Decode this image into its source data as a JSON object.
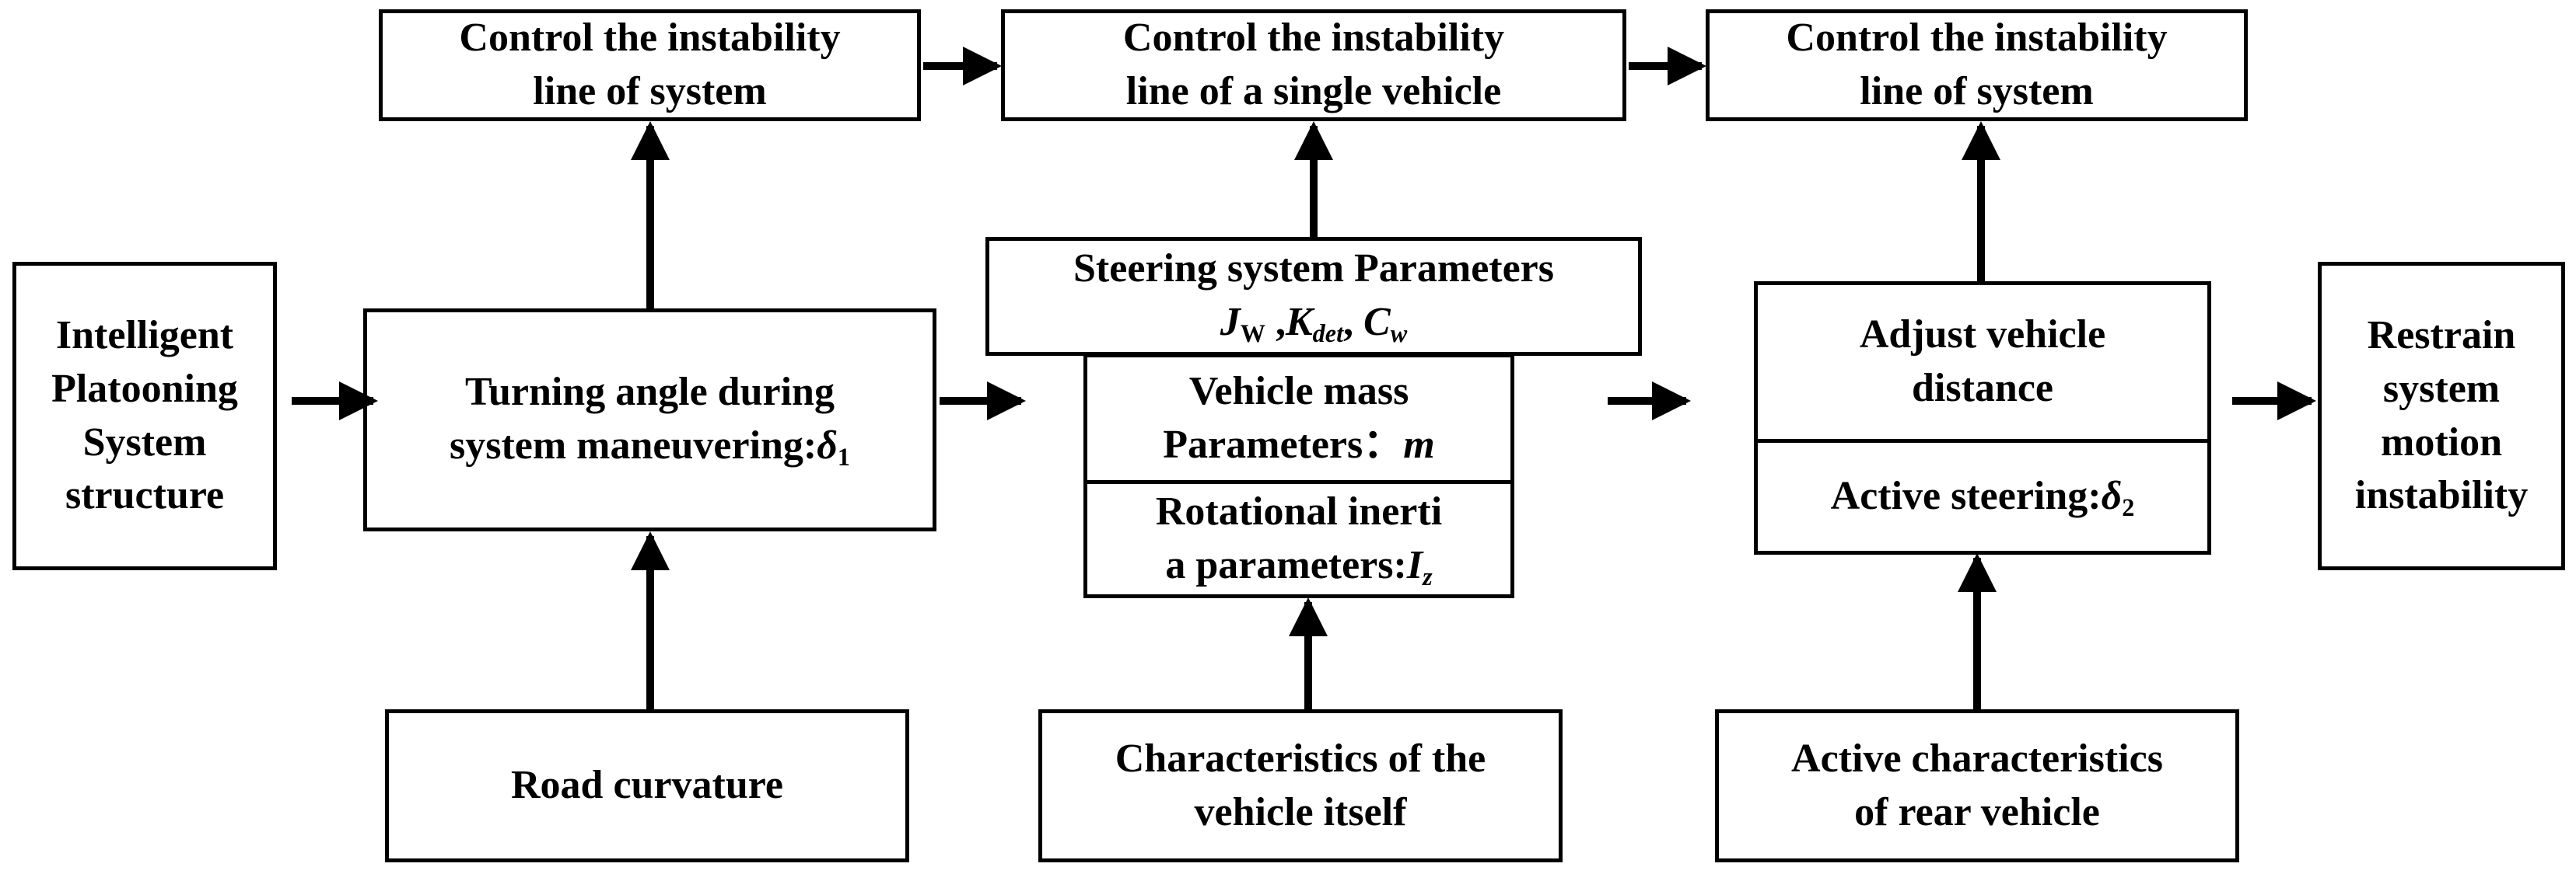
{
  "boxes": {
    "intelligent_platooning": [
      "Intelligent",
      "Platooning",
      "System",
      "structure"
    ],
    "turning_angle": {
      "line1": "Turning angle during",
      "line2_text": "system maneuvering:",
      "symbol": "δ",
      "sub": "1"
    },
    "road_curvature": [
      "Road curvature"
    ],
    "control_system_left": [
      "Control the instability",
      "line of system"
    ],
    "control_single_vehicle": [
      "Control the instability",
      "line of a single vehicle"
    ],
    "control_system_right": [
      "Control the instability",
      "line of system"
    ],
    "steering_params": {
      "line1": "Steering system Parameters",
      "J": "J",
      "J_sub": "W",
      "K": "K",
      "K_sub": "det",
      "C": "C",
      "C_sub": "w",
      "sep1": " ,",
      "sep2": ","
    },
    "vehicle_mass": {
      "line1": "Vehicle mass",
      "line2_text": "Parameters：",
      "symbol": "m"
    },
    "rotational_inertia": {
      "line1": "Rotational inerti",
      "line2_text": "a parameters:",
      "symbol": "I",
      "sub": "z"
    },
    "characteristics_vehicle": [
      "Characteristics of the",
      "vehicle itself"
    ],
    "adjust_distance": [
      "Adjust vehicle",
      "distance"
    ],
    "active_steering": {
      "text": "Active steering:",
      "symbol": "δ",
      "sub": "2"
    },
    "active_rear": [
      "Active characteristics",
      "of rear vehicle"
    ],
    "restrain": [
      "Restrain",
      "system",
      "motion",
      "instability"
    ]
  },
  "colors": {
    "stroke": "#000000",
    "fill": "#ffffff"
  },
  "arrows": [
    "intelligent_platooning-to-turning_angle",
    "turning_angle-to-vehicle_params",
    "vehicle_params-to-adjust_distance",
    "adjust_distance-to-restrain",
    "turning_angle-to-control_system_left",
    "road_curvature-to-turning_angle",
    "control_system_left-to-control_single_vehicle",
    "control_single_vehicle-to-control_system_right",
    "steering_params-to-control_single_vehicle",
    "characteristics_vehicle-to-rotational_inertia",
    "adjust_distance-to-control_system_right",
    "active_rear-to-active_steering"
  ]
}
